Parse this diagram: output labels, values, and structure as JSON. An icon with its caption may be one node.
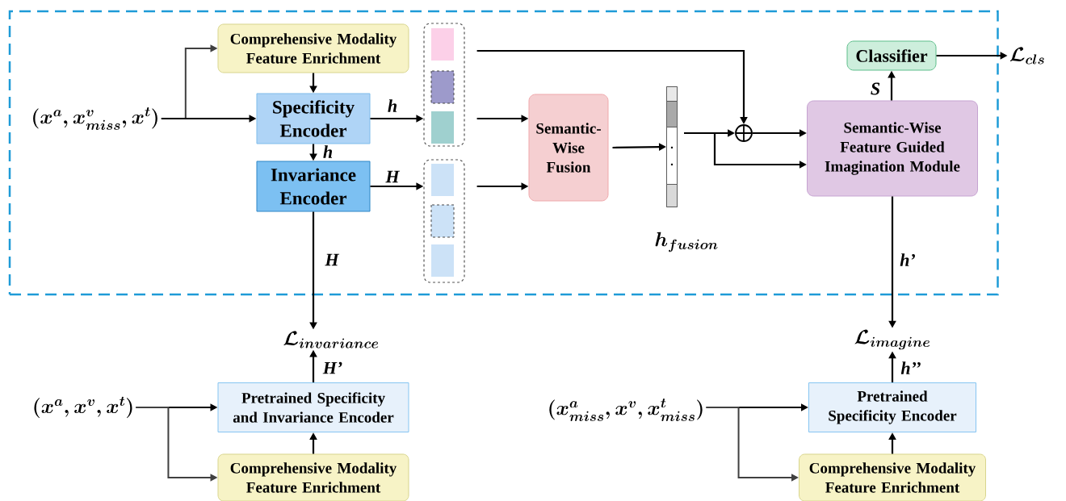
{
  "diagram": {
    "nodes": [
      {
        "text": [],
        "shape": "box"
      },
      {
        "text": [
          "(x^{a}, x^{v}_{miss}, x^{t})"
        ],
        "in": 0
      },
      {
        "text": [
          "Comprehensive Modality Feature Enrichment"
        ],
        "in": 0
      },
      {
        "text": [
          "Specificity Encoder"
        ],
        "in": 0
      },
      {
        "text": [
          "Invariance Encoder"
        ],
        "in": 0
      },
      {
        "text": [],
        "shape": "box",
        "in": 0
      },
      {
        "text": [],
        "shape": "box",
        "in": 0
      },
      {
        "text": [
          "Semantic-Wise Fusion"
        ],
        "in": 0
      },
      {
        "text": [],
        "shape": "bar",
        "beside": [
          "h_{fusion}"
        ],
        "in": 0
      },
      {
        "text": [],
        "shape": "circle",
        "in": 0
      },
      {
        "text": [
          "Semantic-Wise Feature Guided Imagination Module"
        ],
        "in": 0
      },
      {
        "text": [
          "Classifier"
        ],
        "in": 0
      },
      {
        "text": [
          "\\mathcal{L}_{cls}"
        ]
      },
      {
        "text": [
          "\\mathcal{L}_{invariance}"
        ]
      },
      {
        "text": [
          "(x^{a}, x^{v}, x^{t})"
        ]
      },
      {
        "text": [
          "Pretrained Specificity and Invariance Encoder"
        ]
      },
      {
        "text": [
          "Comprehensive Modality Feature Enrichment"
        ]
      },
      {
        "text": [
          "\\mathcal{L}_{imagine}"
        ]
      },
      {
        "text": [
          "(x^{a}_{miss}, x^{v}, x^{t}_{miss})"
        ]
      },
      {
        "text": [
          "Pretrained Specificity Encoder"
        ]
      },
      {
        "text": [
          "Comprehensive Modality Feature Enrichment"
        ]
      }
    ],
    "edges": [
      {
        "from": 1,
        "to": 2,
        "arrow": "to",
        "color": "#404040"
      },
      {
        "from": 1,
        "to": 3,
        "arrow": "to"
      },
      {
        "from": 2,
        "to": 3,
        "arrow": "to"
      },
      {
        "from": 3,
        "to": 5,
        "arrow": "to",
        "label": "h"
      },
      {
        "from": 3,
        "to": 4,
        "arrow": "to",
        "label": "h"
      },
      {
        "from": 4,
        "to": 6,
        "arrow": "to",
        "label": "H"
      },
      {
        "from": 4,
        "to": 13,
        "arrow": "to",
        "label": "H"
      },
      {
        "from": 5,
        "to": 7,
        "arrow": "to"
      },
      {
        "from": 6,
        "to": 7,
        "arrow": "to"
      },
      {
        "from": 7,
        "to": 8,
        "arrow": "to"
      },
      {
        "from": 5,
        "to": 9,
        "arrow": "to"
      },
      {
        "from": 8,
        "to": 9,
        "arrow": "to"
      },
      {
        "from": 8,
        "to": 10,
        "arrow": "to"
      },
      {
        "from": 9,
        "to": 10,
        "arrow": "to"
      },
      {
        "from": 10,
        "to": 11,
        "arrow": "to",
        "label": "S"
      },
      {
        "from": 11,
        "to": 12,
        "arrow": "to"
      },
      {
        "from": 10,
        "to": 17,
        "arrow": "to",
        "label": "h’"
      },
      {
        "from": 15,
        "to": 13,
        "arrow": "to",
        "label": "H’"
      },
      {
        "from": 14,
        "to": 15,
        "arrow": "to"
      },
      {
        "from": 14,
        "to": 16,
        "arrow": "to",
        "color": "#404040"
      },
      {
        "from": 16,
        "to": 15,
        "arrow": "to"
      },
      {
        "from": 19,
        "to": 17,
        "arrow": "to",
        "label": "h’’"
      },
      {
        "from": 18,
        "to": 19,
        "arrow": "to"
      },
      {
        "from": 18,
        "to": 20,
        "arrow": "to",
        "color": "#404040"
      },
      {
        "from": 20,
        "to": 19,
        "arrow": "to"
      }
    ]
  }
}
